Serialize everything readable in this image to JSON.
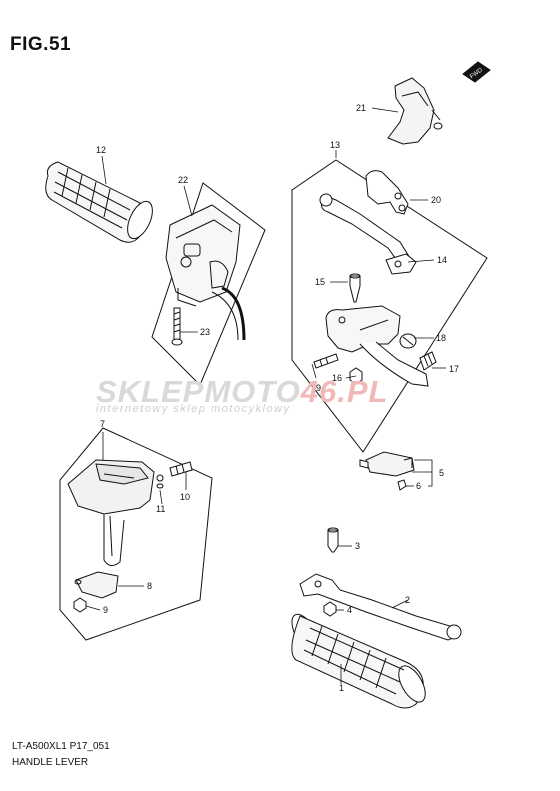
{
  "figure": {
    "title": "FIG.51",
    "code": "LT-A500XL1 P17_051",
    "name": "HANDLE LEVER",
    "fwd_label": "FWD"
  },
  "watermark": {
    "brand_part1": "SKLEPMOTO",
    "brand_part2": "46.PL",
    "tagline": "internetowy sklep motocyklowy"
  },
  "callouts": [
    "1",
    "2",
    "3",
    "4",
    "5",
    "6",
    "7",
    "8",
    "9",
    "10",
    "11",
    "12",
    "13",
    "14",
    "15",
    "16",
    "17",
    "18",
    "19",
    "20",
    "21",
    "22",
    "23"
  ]
}
